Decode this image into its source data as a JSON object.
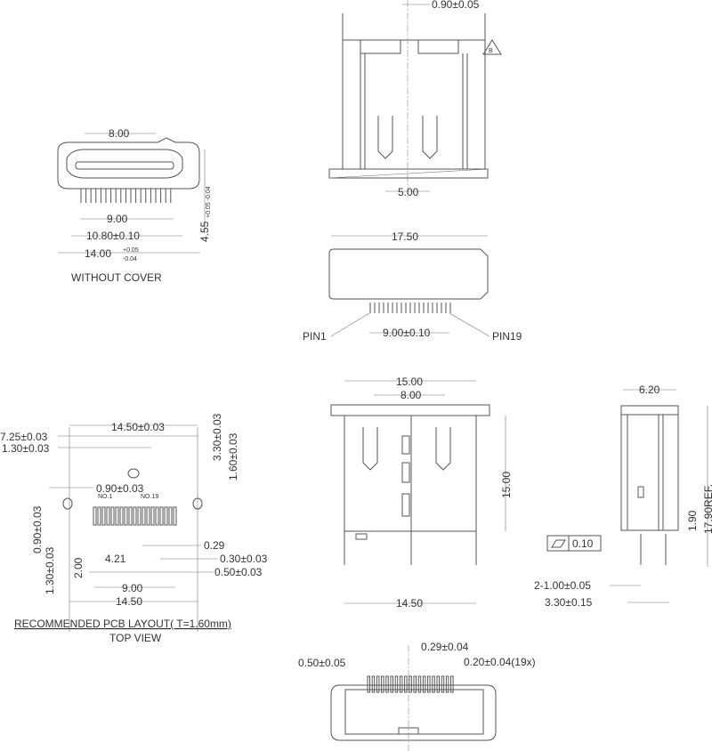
{
  "top_view": {
    "dim_pitch_top": "0.90±0.05",
    "note_mark": "B",
    "dim_5": "5.00"
  },
  "front_view": {
    "dim_8": "8.00",
    "dim_9": "9.00",
    "dim_1080": "10.80±0.10",
    "dim_14": "14.00",
    "dim_14_tol_up": "+0.05",
    "dim_14_tol_dn": "-0.04",
    "dim_455": "4.55",
    "dim_455_tol": "+0.05 -0.04",
    "caption": "WITHOUT  COVER"
  },
  "bottom_view": {
    "dim_1750": "17.50",
    "pin1": "PIN1",
    "pin19": "PIN19",
    "dim_pins": "9.00±0.10"
  },
  "pcb_layout": {
    "d1450_top": "14.50±0.03",
    "d725": "7.25±0.03",
    "d130": "1.30±0.03",
    "d090": "0.90±0.03",
    "no1": "NO.1",
    "no19": "NO.19",
    "d330": "3.30±0.03",
    "d160": "1.60±0.03",
    "d090v": "0.90±0.03",
    "d130v": "1.30±0.03",
    "d200": "2.00",
    "d421": "4.21",
    "d029": "0.29",
    "d030": "0.30±0.03",
    "d050": "0.50±0.03",
    "d900": "9.00",
    "d1450": "14.50",
    "caption": "RECOMMENDED  PCB   LAYOUT(  T=1.60mm)",
    "subcaption": "TOP  VIEW"
  },
  "rear_view": {
    "d1500": "15.00",
    "d800": "8.00",
    "d1500v": "15.00",
    "d1450": "14.50"
  },
  "side_view": {
    "d620": "6.20",
    "d1790": "17.90REF.",
    "d190": "1.90",
    "flatness": "0.10",
    "d2x100": "2-1.00±0.05",
    "d330": "3.30±0.15"
  },
  "pin_view": {
    "d029": "0.29±0.04",
    "d050": "0.50±0.05",
    "d020": "0.20±0.04(19x)"
  }
}
